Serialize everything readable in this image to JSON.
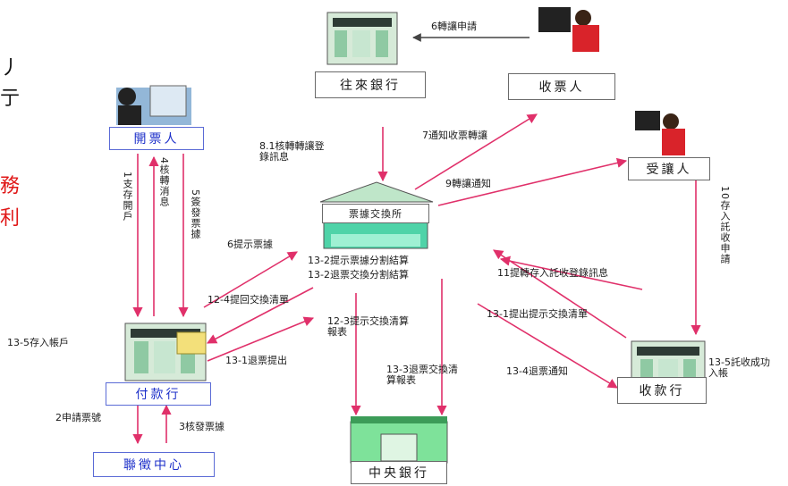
{
  "nodes": {
    "zhuanzhang": "往來銀行",
    "shoupiao": "收票人",
    "kaipiao": "開票人",
    "shourang": "受讓人",
    "exchange": "票據交換所",
    "fukuan": "付款行",
    "tiaoxin": "聯徵中心",
    "central": "中央銀行",
    "shoukuan": "收款行"
  },
  "edges": {
    "e6": "6轉讓申請",
    "e7": "7通知收票轉讓",
    "e8_1": "8.1核轉轉讓登錄訊息",
    "e9": "9轉讓通知",
    "e10": "10存入託收申請",
    "e1": "1支存開戶",
    "e4": "4核轉消息",
    "e5": "5簽發票據",
    "e6b": "6提示票據",
    "e11": "11提轉存入託收登錄訊息",
    "e13_1": "13-1提出提示交換清單",
    "e13_2": "13-2提示票據分割結算",
    "e13_2b": "13-2退票交換分割結算",
    "e12_4": "12-4提回交換清單",
    "e12_3": "12-3提示交換清算報表",
    "e13_3": "13-3退票交換清算報表",
    "e13_4": "13-4退票通知",
    "e13_1b": "13-1退票提出",
    "e13_5": "13-5存入帳戶",
    "e13_5b": "13-5託收成功入帳",
    "e2": "2申請票號",
    "e3": "3核發票據"
  },
  "margin_fragments": {
    "f1": "丿",
    "f2": "亍",
    "f3": "務",
    "f4": "利"
  }
}
